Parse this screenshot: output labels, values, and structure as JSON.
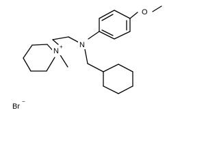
{
  "molecule": {
    "atoms": {
      "methoxy_oxygen": "O",
      "amine_nitrogen": "N",
      "piperidinium_nitrogen": "N",
      "piperidinium_charge": "+",
      "counterion": "Br",
      "counterion_charge": "−"
    }
  }
}
